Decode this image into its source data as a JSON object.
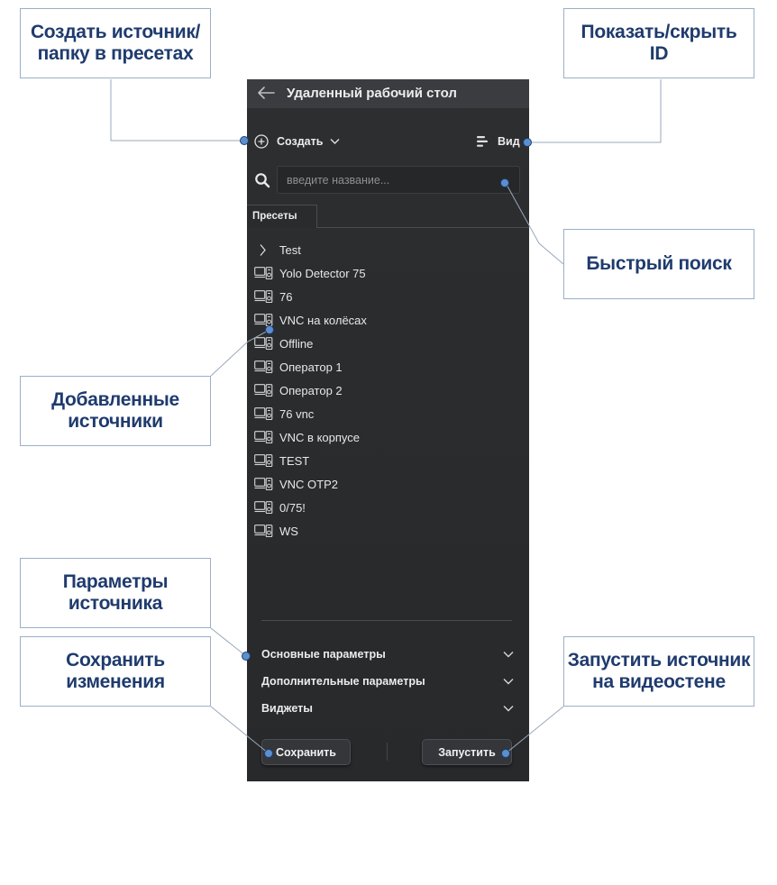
{
  "panel": {
    "title": "Удаленный рабочий стол",
    "toolbar": {
      "create_label": "Создать",
      "view_label": "Вид"
    },
    "search": {
      "placeholder": "введите название..."
    },
    "tabs": [
      {
        "label": "Пресеты"
      }
    ],
    "list": [
      {
        "label": "Test",
        "type": "folder",
        "icon": "chevron-right-icon"
      },
      {
        "label": "Yolo Detector 75",
        "type": "source",
        "icon": "source-device-icon"
      },
      {
        "label": "76",
        "type": "source",
        "icon": "source-device-icon"
      },
      {
        "label": "VNC на колёсах",
        "type": "source",
        "icon": "source-device-icon"
      },
      {
        "label": "Offline",
        "type": "source",
        "icon": "source-device-icon"
      },
      {
        "label": "Оператор 1",
        "type": "source",
        "icon": "source-device-icon"
      },
      {
        "label": "Оператор 2",
        "type": "source",
        "icon": "source-device-icon"
      },
      {
        "label": "76 vnc",
        "type": "source",
        "icon": "source-device-icon"
      },
      {
        "label": "VNC в корпусе",
        "type": "source",
        "icon": "source-device-icon"
      },
      {
        "label": "TEST",
        "type": "source",
        "icon": "source-device-icon"
      },
      {
        "label": "VNC OTP2",
        "type": "source",
        "icon": "source-device-icon"
      },
      {
        "label": "0/75!",
        "type": "source",
        "icon": "source-device-icon"
      },
      {
        "label": "WS",
        "type": "source",
        "icon": "source-device-icon"
      }
    ],
    "sections": [
      {
        "label": "Основные параметры"
      },
      {
        "label": "Дополнительные параметры"
      },
      {
        "label": "Виджеты"
      }
    ],
    "buttons": {
      "save": "Сохранить",
      "launch": "Запустить"
    }
  },
  "callouts": {
    "create": "Создать источник/\nпапку в пресетах",
    "toggle_id": "Показать/скрыть\nID",
    "quick_search": "Быстрый поиск",
    "added_sources": "Добавленные\nисточники",
    "source_params": "Параметры\nисточника",
    "save_changes": "Сохранить\nизменения",
    "launch_on_wall": "Запустить источник\nна видеостене"
  },
  "colors": {
    "panel_bg": "#2b2c2e",
    "header_bg": "#3b3c40",
    "callout_text": "#1f3b6e",
    "callout_border": "#9ab0c8",
    "marker_dot": "#5b8fd0"
  }
}
